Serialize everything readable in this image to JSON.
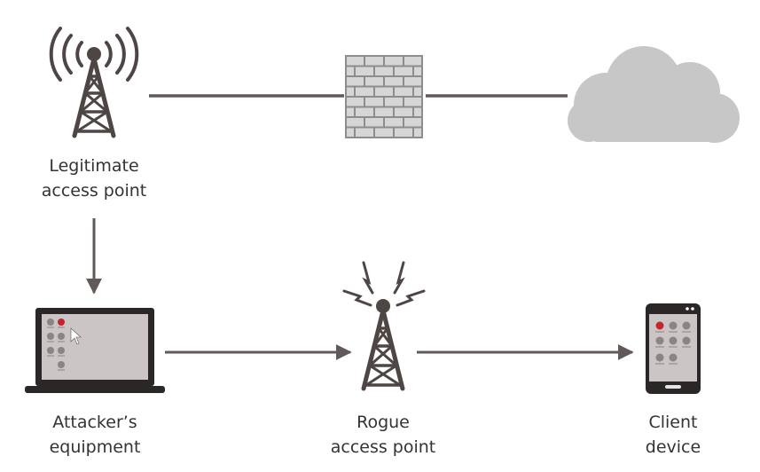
{
  "colors": {
    "line": "#615a58",
    "tower": "#4e4645",
    "cloud": "#c8c7c7",
    "firewall_fill": "#d7d6d6",
    "firewall_stroke": "#8e8c8c",
    "screen_bg": "#cbc6c5",
    "app_gray": "#8a8483",
    "app_red": "#c0272d",
    "label_text": "#333333"
  },
  "nodes": {
    "legit_ap": {
      "icon": "broadcast-tower-icon",
      "line1": "Legitimate",
      "line2": "access point"
    },
    "firewall": {
      "icon": "brick-wall-icon"
    },
    "internet": {
      "icon": "cloud-icon"
    },
    "attacker": {
      "icon": "laptop-icon",
      "line1": "Attacker’s",
      "line2": "equipment"
    },
    "rogue_ap": {
      "icon": "lightning-tower-icon",
      "line1": "Rogue",
      "line2": "access point"
    },
    "client": {
      "icon": "smartphone-icon",
      "line1": "Client",
      "line2": "device"
    }
  }
}
